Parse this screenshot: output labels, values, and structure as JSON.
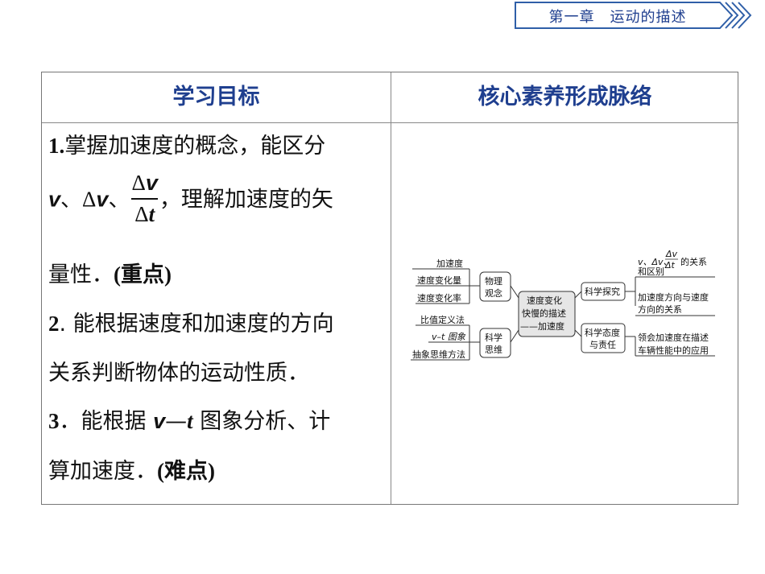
{
  "header_tag": {
    "text": "第一章　运动的描述"
  },
  "table": {
    "col_left_header": "学习目标",
    "col_right_header": "核心素养形成脉络",
    "goals": {
      "g1_num": "1.",
      "g1_a": "掌握加速度的概念，能区分",
      "g1_v1": "v",
      "g1_sep1": "、",
      "g1_delta1": "Δ",
      "g1_v2": "v",
      "g1_sep2": "、",
      "g1_frac_num_delta": "Δ",
      "g1_frac_num_v": "v",
      "g1_frac_den_delta": "Δ",
      "g1_frac_den_t": "t",
      "g1_b": "，理解加速度的矢",
      "g1_c": "量性．",
      "g1_c_tag": "(重点)",
      "g2_num": "2",
      "g2_a": ". 能根据速度和加速度的方向",
      "g2_b": "关系判断物体的运动性质．",
      "g3_num": "3",
      "g3_a": "．能根据 ",
      "g3_v": "v",
      "g3_dash": "—",
      "g3_t": "t",
      "g3_b": " 图象分析、计",
      "g3_c": "算加速度．",
      "g3_c_tag": "(难点)"
    }
  },
  "mindmap": {
    "center": [
      "速度变化",
      "快慢的描述",
      "——加速度"
    ],
    "physics_concept": [
      "物理",
      "观念"
    ],
    "physics_items": [
      "加速度",
      "速度变化量",
      "速度变化率"
    ],
    "sci_thinking": [
      "科学",
      "思维"
    ],
    "thinking_items": [
      "比值定义法",
      "v–t 图象",
      "抽象思维方法"
    ],
    "sci_inquiry": "科学探究",
    "inquiry_items": {
      "frac_num": "Δv",
      "frac_den": "Δt",
      "prefix": "v、Δv、",
      "suffix": " 的关系",
      "line2": "和区别",
      "item2_l1": "加速度方向与速度",
      "item2_l2": "方向的关系"
    },
    "sci_attitude": [
      "科学态度",
      "与责任"
    ],
    "attitude_items": [
      "领会加速度在描述",
      "车辆性能中的应用"
    ]
  }
}
